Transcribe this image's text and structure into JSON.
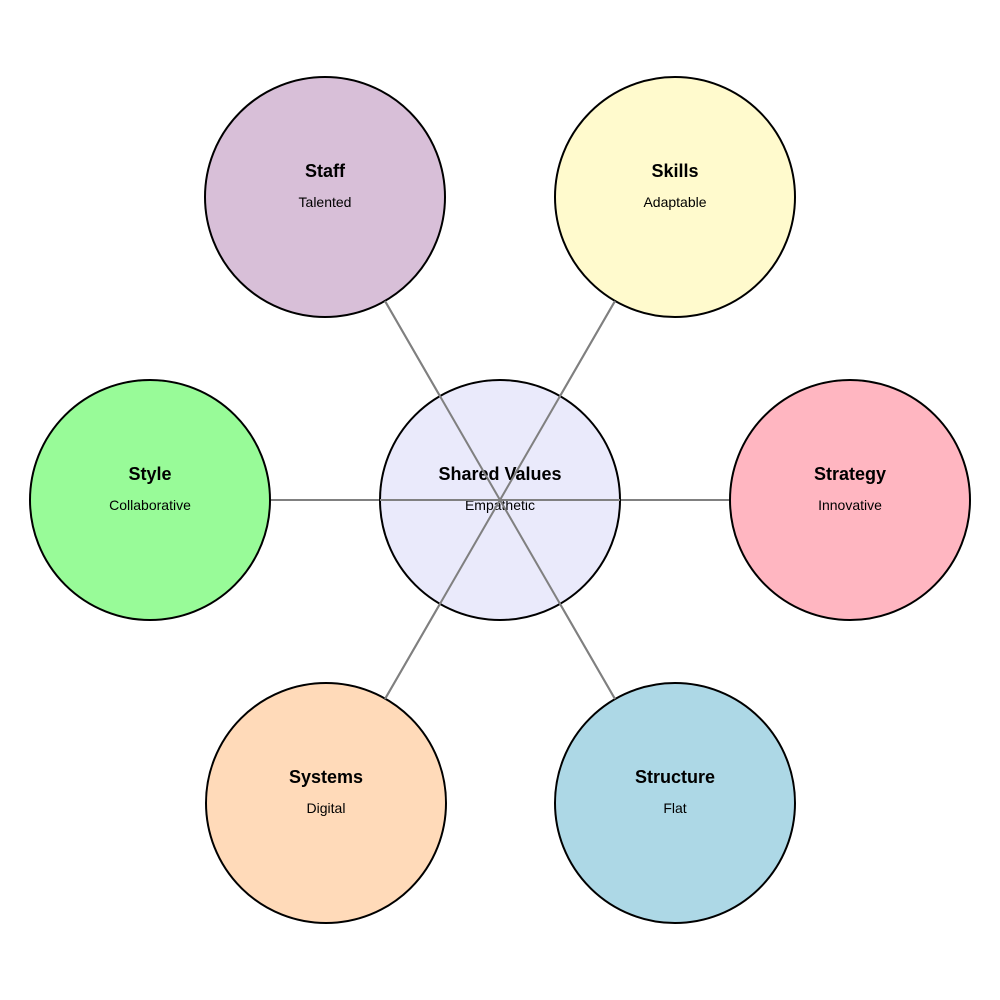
{
  "diagram": {
    "center": {
      "title": "Shared Values",
      "value": "Empathetic",
      "color": "#E6E6FA"
    },
    "elements": [
      {
        "key": "staff",
        "title": "Staff",
        "value": "Talented",
        "color": "#D8BFD8"
      },
      {
        "key": "skills",
        "title": "Skills",
        "value": "Adaptable",
        "color": "#FFFACD"
      },
      {
        "key": "style",
        "title": "Style",
        "value": "Collaborative",
        "color": "#98FB98"
      },
      {
        "key": "strategy",
        "title": "Strategy",
        "value": "Innovative",
        "color": "#FFB6C1"
      },
      {
        "key": "systems",
        "title": "Systems",
        "value": "Digital",
        "color": "#FFDAB9"
      },
      {
        "key": "structure",
        "title": "Structure",
        "value": "Flat",
        "color": "#ADD8E6"
      }
    ],
    "connector_color": "#808080",
    "outline_color": "#000000"
  }
}
